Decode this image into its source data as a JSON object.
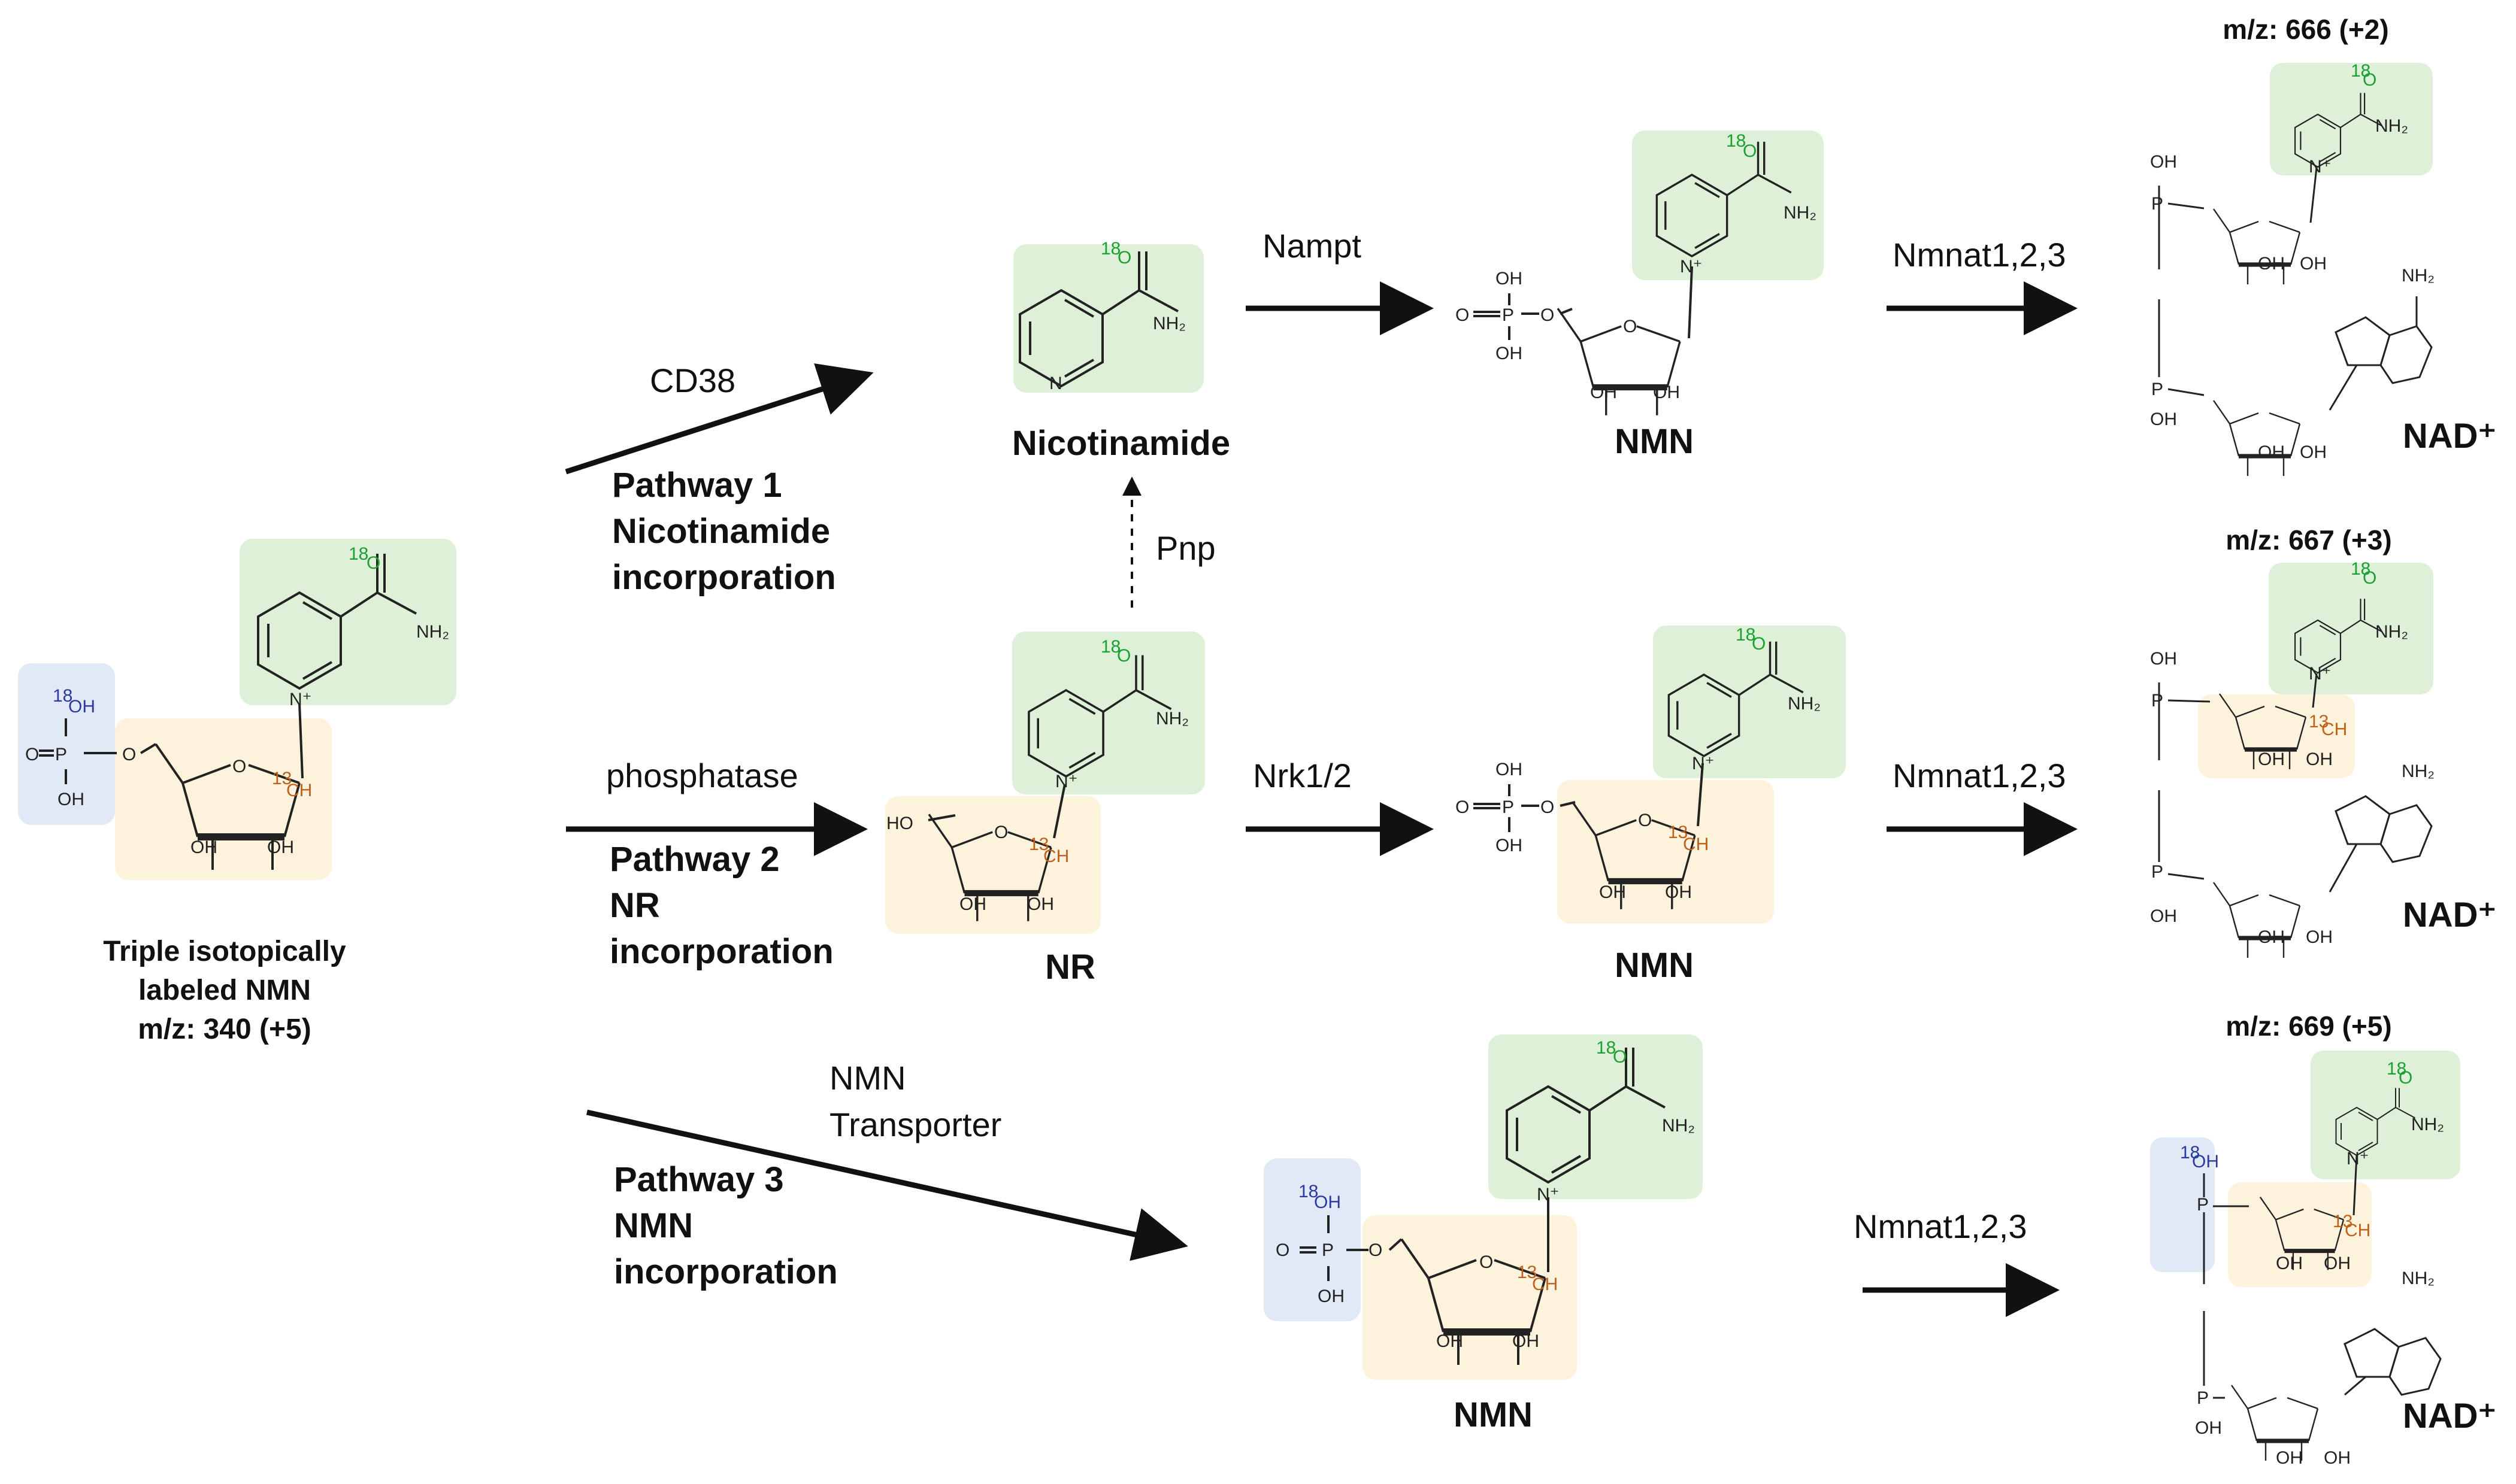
{
  "colors": {
    "nicotinamide_box": "#dff0d8",
    "ribose_box": "#fdf2dc",
    "phosphate_box": "#e1e8f6",
    "o18": "#1aa033",
    "oh18": "#2a3aa0",
    "c13": "#c0601a",
    "arrow": "#111111"
  },
  "atoms": {
    "o18_sup": "18",
    "o": "O",
    "oh": "OH",
    "nh2": "NH₂",
    "n": "N",
    "nplus": "N⁺",
    "c13_sup": "13",
    "ch": "CH",
    "p": "P",
    "ho": "HO"
  },
  "source": {
    "line1": "Triple isotopically",
    "line2": "labeled NMN",
    "line3": "m/z: 340 (+5)"
  },
  "pathway1": {
    "enzyme": "CD38",
    "title": "Pathway 1",
    "line2": "Nicotinamide",
    "line3": "incorporation",
    "intermediate": "Nicotinamide",
    "enzyme2": "Nampt",
    "product": "NMN",
    "enzyme3": "Nmnat1,2,3",
    "mz": "m/z: 666 (+2)",
    "final": "NAD⁺"
  },
  "pathway2": {
    "enzyme": "phosphatase",
    "title": "Pathway 2",
    "line2": "NR",
    "line3": "incorporation",
    "intermediate": "NR",
    "enzyme2": "Nrk1/2",
    "product": "NMN",
    "enzyme3": "Nmnat1,2,3",
    "mz": "m/z: 667 (+3)",
    "final": "NAD⁺",
    "pnp": "Pnp"
  },
  "pathway3": {
    "enzyme_line1": "NMN",
    "enzyme_line2": "Transporter",
    "title": "Pathway 3",
    "line2": "NMN",
    "line3": "incorporation",
    "product": "NMN",
    "enzyme3": "Nmnat1,2,3",
    "mz": "m/z: 669 (+5)",
    "final": "NAD⁺"
  }
}
